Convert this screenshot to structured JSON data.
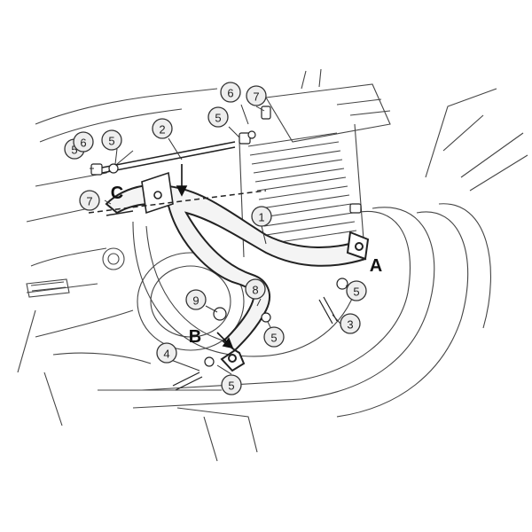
{
  "diagram": {
    "callouts": [
      "1",
      "2",
      "3",
      "4",
      "5",
      "5",
      "5",
      "5",
      "5",
      "5",
      "6",
      "6",
      "7",
      "7",
      "8",
      "9"
    ],
    "letters": [
      "A",
      "B",
      "C"
    ]
  },
  "colors": {
    "line": "#333333",
    "circle_fill": "#eeeeee",
    "bar_fill": "#f4f4f4"
  }
}
